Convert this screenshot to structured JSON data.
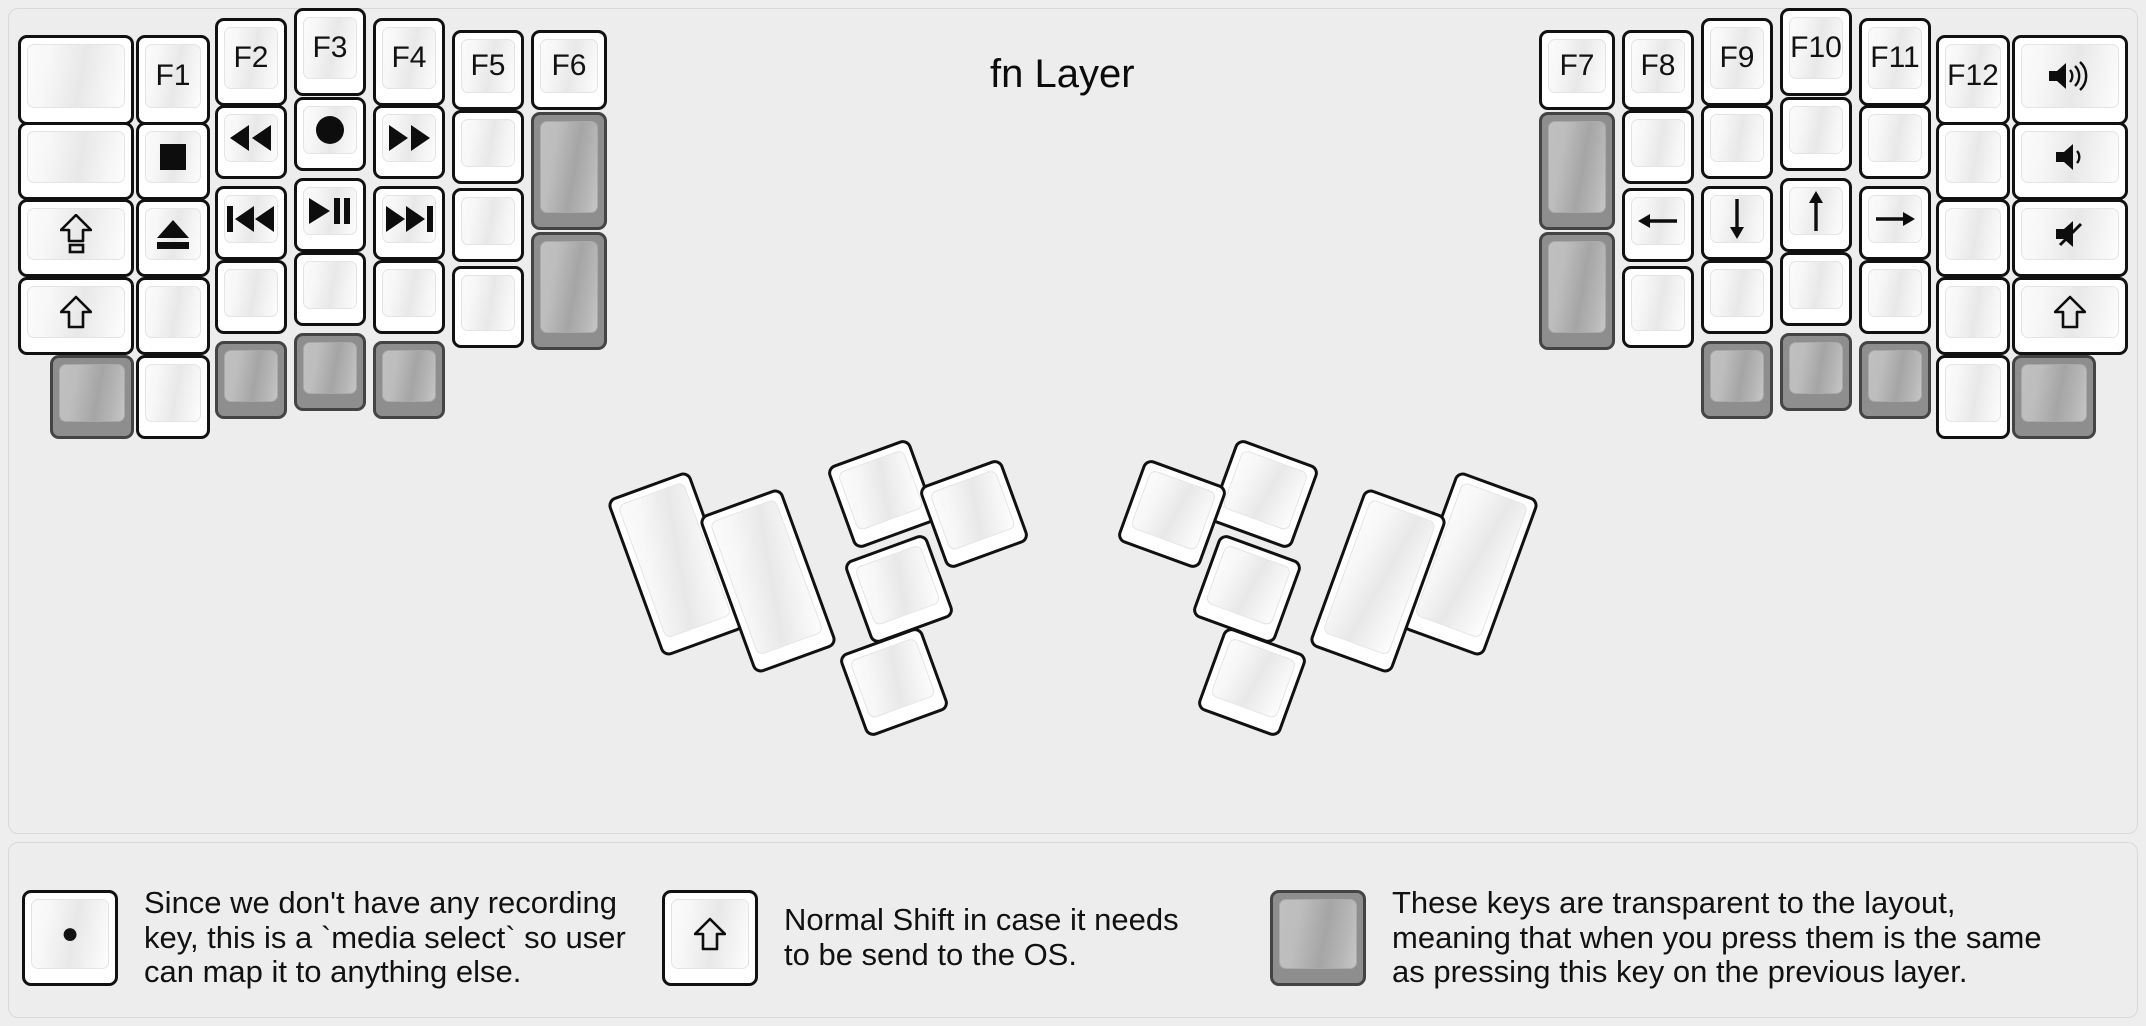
{
  "title": "fn Layer",
  "colors": {
    "background": "#eeeeee",
    "panel": "#ededed",
    "key_face": "#ffffff",
    "key_border": "#111111",
    "transparent_key": "#8e8e8e",
    "transparent_key_border": "#444444",
    "text": "#111111"
  },
  "legend": [
    {
      "key_icon": "record-icon",
      "key_glyph": "●",
      "key_style": "normal",
      "text": "Since we don't have any recording\nkey, this is a `media select` so user\ncan map it to anything else."
    },
    {
      "key_icon": "shift-icon",
      "key_glyph": "⇧",
      "key_style": "normal",
      "text": "Normal Shift in case it needs\nto be send to the OS."
    },
    {
      "key_icon": "blank-icon",
      "key_glyph": "",
      "key_style": "transparent",
      "text": "These keys are transparent to the layout,\nmeaning that when you press them is the same\nas pressing this key on the previous layer."
    }
  ],
  "left_half": {
    "columns": [
      {
        "name": "col-outer-left",
        "keys": [
          {
            "label": "",
            "icon": "blank-icon",
            "style": "normal"
          },
          {
            "label": "",
            "icon": "blank-icon",
            "style": "normal"
          },
          {
            "label": "⇪",
            "icon": "caps-lock-icon",
            "style": "normal"
          },
          {
            "label": "⇧",
            "icon": "shift-icon",
            "style": "normal"
          },
          {
            "label": "",
            "icon": "blank-icon",
            "style": "transparent"
          }
        ]
      },
      {
        "name": "col-f1",
        "keys": [
          {
            "label": "F1",
            "icon": "f1-key",
            "style": "normal"
          },
          {
            "label": "■",
            "icon": "media-stop-icon",
            "style": "normal"
          },
          {
            "label": "⏏",
            "icon": "media-eject-icon",
            "style": "normal"
          },
          {
            "label": "",
            "icon": "blank-icon",
            "style": "normal"
          },
          {
            "label": "",
            "icon": "blank-icon",
            "style": "normal"
          }
        ]
      },
      {
        "name": "col-f2",
        "keys": [
          {
            "label": "F2",
            "icon": "f2-key",
            "style": "normal"
          },
          {
            "label": "⏪",
            "icon": "media-rewind-icon",
            "style": "normal"
          },
          {
            "label": "⏮",
            "icon": "media-previous-icon",
            "style": "normal"
          },
          {
            "label": "",
            "icon": "blank-icon",
            "style": "normal"
          },
          {
            "label": "",
            "icon": "blank-icon",
            "style": "transparent"
          }
        ]
      },
      {
        "name": "col-f3",
        "keys": [
          {
            "label": "F3",
            "icon": "f3-key",
            "style": "normal"
          },
          {
            "label": "●",
            "icon": "media-record-icon",
            "style": "normal"
          },
          {
            "label": "⏯",
            "icon": "media-play-pause-icon",
            "style": "normal"
          },
          {
            "label": "",
            "icon": "blank-icon",
            "style": "normal"
          },
          {
            "label": "",
            "icon": "blank-icon",
            "style": "transparent"
          }
        ]
      },
      {
        "name": "col-f4",
        "keys": [
          {
            "label": "F4",
            "icon": "f4-key",
            "style": "normal"
          },
          {
            "label": "⏩",
            "icon": "media-fastforward-icon",
            "style": "normal"
          },
          {
            "label": "⏭",
            "icon": "media-next-icon",
            "style": "normal"
          },
          {
            "label": "",
            "icon": "blank-icon",
            "style": "normal"
          },
          {
            "label": "",
            "icon": "blank-icon",
            "style": "transparent"
          }
        ]
      },
      {
        "name": "col-f5",
        "keys": [
          {
            "label": "F5",
            "icon": "f5-key",
            "style": "normal"
          },
          {
            "label": "",
            "icon": "blank-icon",
            "style": "normal"
          },
          {
            "label": "",
            "icon": "blank-icon",
            "style": "normal"
          },
          {
            "label": "",
            "icon": "blank-icon",
            "style": "normal"
          }
        ]
      },
      {
        "name": "col-f6",
        "keys": [
          {
            "label": "F6",
            "icon": "f6-key",
            "style": "normal"
          },
          {
            "label": "",
            "icon": "blank-icon",
            "style": "transparent"
          },
          {
            "label": "",
            "icon": "blank-icon",
            "style": "transparent"
          }
        ]
      }
    ],
    "thumb_cluster": {
      "name": "left-thumb-cluster",
      "keys": [
        {
          "label": "",
          "icon": "blank-icon",
          "style": "normal",
          "size": "2u-tall"
        },
        {
          "label": "",
          "icon": "blank-icon",
          "style": "normal",
          "size": "2u-tall"
        },
        {
          "label": "",
          "icon": "blank-icon",
          "style": "normal",
          "size": "1u"
        },
        {
          "label": "",
          "icon": "blank-icon",
          "style": "normal",
          "size": "1u"
        },
        {
          "label": "",
          "icon": "blank-icon",
          "style": "normal",
          "size": "1u"
        },
        {
          "label": "",
          "icon": "blank-icon",
          "style": "normal",
          "size": "1u"
        }
      ]
    }
  },
  "right_half": {
    "columns": [
      {
        "name": "col-f7",
        "keys": [
          {
            "label": "F7",
            "icon": "f7-key",
            "style": "normal"
          },
          {
            "label": "",
            "icon": "blank-icon",
            "style": "transparent"
          },
          {
            "label": "",
            "icon": "blank-icon",
            "style": "transparent"
          }
        ]
      },
      {
        "name": "col-f8",
        "keys": [
          {
            "label": "F8",
            "icon": "f8-key",
            "style": "normal"
          },
          {
            "label": "",
            "icon": "blank-icon",
            "style": "normal"
          },
          {
            "label": "←",
            "icon": "arrow-left-icon",
            "style": "normal"
          },
          {
            "label": "",
            "icon": "blank-icon",
            "style": "normal"
          }
        ]
      },
      {
        "name": "col-f9",
        "keys": [
          {
            "label": "F9",
            "icon": "f9-key",
            "style": "normal"
          },
          {
            "label": "",
            "icon": "blank-icon",
            "style": "normal"
          },
          {
            "label": "↓",
            "icon": "arrow-down-icon",
            "style": "normal"
          },
          {
            "label": "",
            "icon": "blank-icon",
            "style": "normal"
          },
          {
            "label": "",
            "icon": "blank-icon",
            "style": "transparent"
          }
        ]
      },
      {
        "name": "col-f10",
        "keys": [
          {
            "label": "F10",
            "icon": "f10-key",
            "style": "normal"
          },
          {
            "label": "",
            "icon": "blank-icon",
            "style": "normal"
          },
          {
            "label": "↑",
            "icon": "arrow-up-icon",
            "style": "normal"
          },
          {
            "label": "",
            "icon": "blank-icon",
            "style": "normal"
          },
          {
            "label": "",
            "icon": "blank-icon",
            "style": "transparent"
          }
        ]
      },
      {
        "name": "col-f11",
        "keys": [
          {
            "label": "F11",
            "icon": "f11-key",
            "style": "normal"
          },
          {
            "label": "",
            "icon": "blank-icon",
            "style": "normal"
          },
          {
            "label": "→",
            "icon": "arrow-right-icon",
            "style": "normal"
          },
          {
            "label": "",
            "icon": "blank-icon",
            "style": "normal"
          },
          {
            "label": "",
            "icon": "blank-icon",
            "style": "transparent"
          }
        ]
      },
      {
        "name": "col-f12",
        "keys": [
          {
            "label": "F12",
            "icon": "f12-key",
            "style": "normal"
          },
          {
            "label": "",
            "icon": "blank-icon",
            "style": "normal"
          },
          {
            "label": "",
            "icon": "blank-icon",
            "style": "normal"
          },
          {
            "label": "",
            "icon": "blank-icon",
            "style": "normal"
          },
          {
            "label": "",
            "icon": "blank-icon",
            "style": "normal"
          }
        ]
      },
      {
        "name": "col-outer-right",
        "keys": [
          {
            "label": "🔊",
            "icon": "volume-up-icon",
            "style": "normal"
          },
          {
            "label": "🔉",
            "icon": "volume-down-icon",
            "style": "normal"
          },
          {
            "label": "🔇",
            "icon": "volume-mute-icon",
            "style": "normal"
          },
          {
            "label": "⇧",
            "icon": "shift-icon",
            "style": "normal"
          },
          {
            "label": "",
            "icon": "blank-icon",
            "style": "transparent"
          }
        ]
      }
    ],
    "thumb_cluster": {
      "name": "right-thumb-cluster",
      "keys": [
        {
          "label": "",
          "icon": "blank-icon",
          "style": "normal",
          "size": "1u"
        },
        {
          "label": "",
          "icon": "blank-icon",
          "style": "normal",
          "size": "1u"
        },
        {
          "label": "",
          "icon": "blank-icon",
          "style": "normal",
          "size": "1u"
        },
        {
          "label": "",
          "icon": "blank-icon",
          "style": "normal",
          "size": "1u"
        },
        {
          "label": "",
          "icon": "blank-icon",
          "style": "normal",
          "size": "2u-tall"
        },
        {
          "label": "",
          "icon": "blank-icon",
          "style": "normal",
          "size": "2u-tall"
        }
      ]
    }
  }
}
